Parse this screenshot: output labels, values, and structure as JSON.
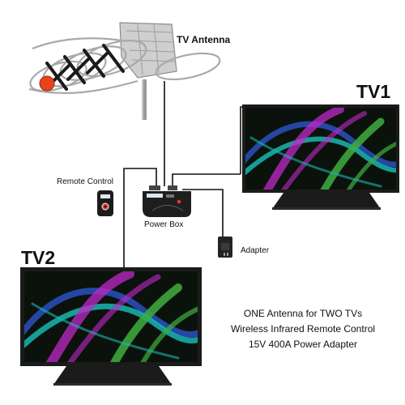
{
  "labels": {
    "antenna": "TV Antenna",
    "tv1": "TV1",
    "tv2": "TV2",
    "remote": "Remote Control",
    "power_box": "Power Box",
    "adapter": "Adapter"
  },
  "caption": [
    "ONE Antenna for TWO TVs",
    "Wireless Infrared Remote Control",
    "15V 400A Power Adapter"
  ],
  "colors": {
    "cable": "#111111",
    "tv_frame": "#1b1b1b",
    "screen_bg": "#0b120b",
    "swirl_green": "#3fae3f",
    "swirl_teal": "#19b6b0",
    "swirl_magenta": "#c028c8",
    "swirl_blue": "#2c54c8",
    "antenna_metal": "#b9b9b9",
    "antenna_knob": "#e8431f"
  }
}
